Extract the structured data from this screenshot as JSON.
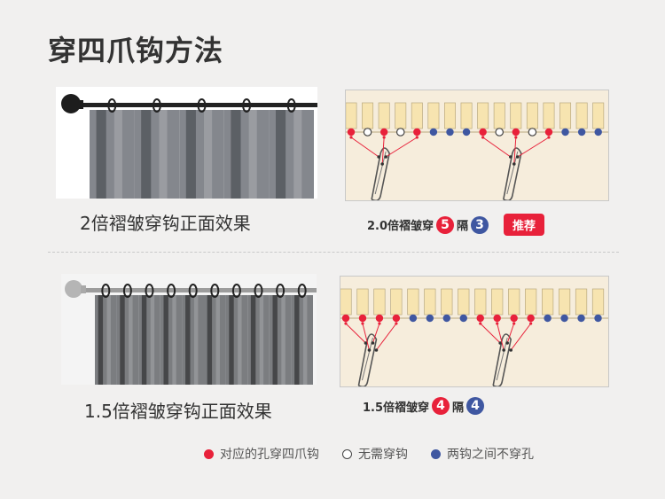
{
  "title": "穿四爪钩方法",
  "colors": {
    "red": "#e8213a",
    "white": "#ffffff",
    "blue": "#3f57a1",
    "tape": "#f7e4b0",
    "panel": "#f6eddc"
  },
  "section_2x": {
    "caption": "2倍褶皱穿钩正面效果",
    "rule_prefix": "2.0倍褶皱穿",
    "count_hooked": "5",
    "separator": "隔",
    "count_skipped": "3",
    "badge": "推荐",
    "dot_pattern": [
      "red",
      "white",
      "red",
      "white",
      "red",
      "blue",
      "blue",
      "blue",
      "red",
      "white",
      "red",
      "white",
      "red",
      "blue",
      "blue",
      "blue"
    ]
  },
  "section_15x": {
    "caption": "1.5倍褶皱穿钩正面效果",
    "rule_prefix": "1.5倍褶皱穿",
    "count_hooked": "4",
    "separator": "隔",
    "count_skipped": "4",
    "dot_pattern": [
      "red",
      "red",
      "red",
      "red",
      "blue",
      "blue",
      "blue",
      "blue",
      "red",
      "red",
      "red",
      "red",
      "blue",
      "blue",
      "blue",
      "blue"
    ]
  },
  "legend": [
    {
      "color": "red",
      "label": "对应的孔穿四爪钩"
    },
    {
      "color": "white",
      "label": "无需穿钩"
    },
    {
      "color": "blue",
      "label": "两钩之间不穿孔"
    }
  ]
}
